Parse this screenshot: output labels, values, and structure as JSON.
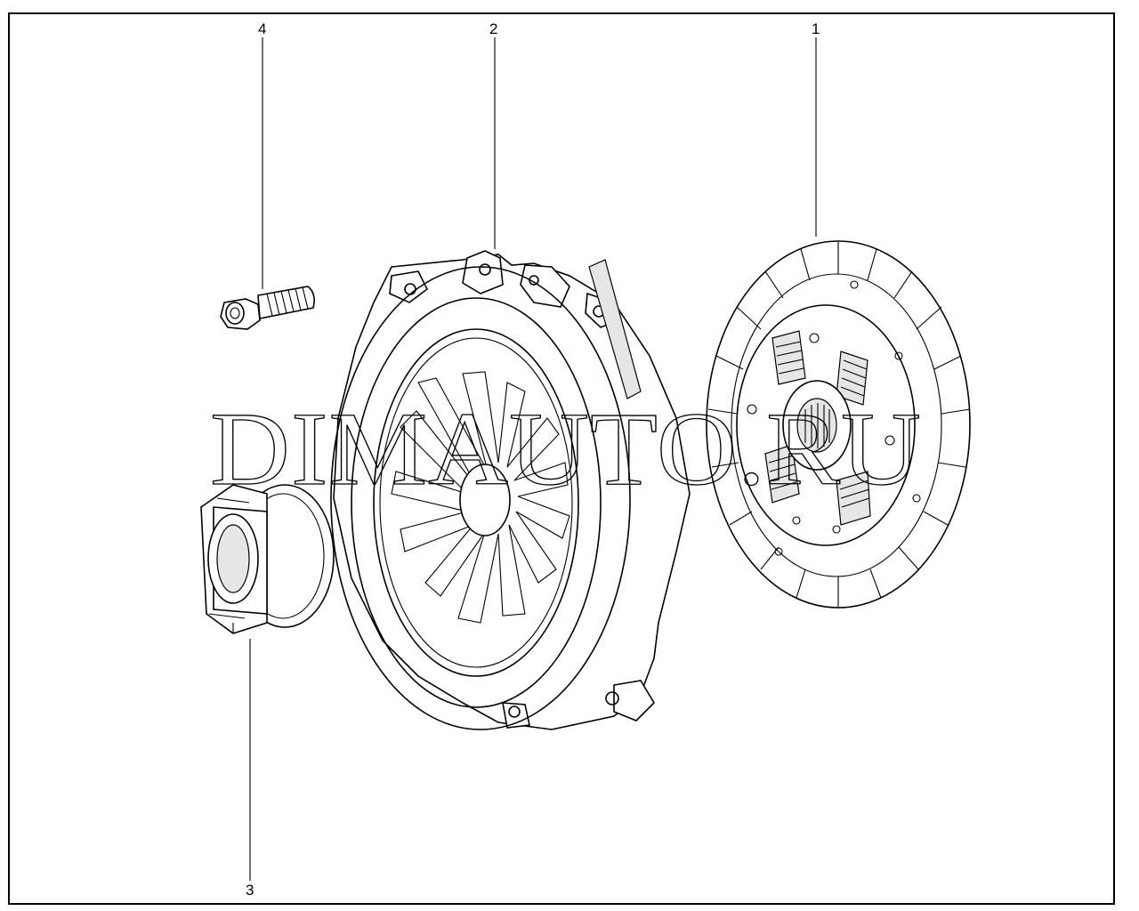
{
  "figure": {
    "callouts": [
      {
        "label": "1",
        "part": "clutch-disc"
      },
      {
        "label": "2",
        "part": "pressure-plate"
      },
      {
        "label": "3",
        "part": "release-bearing"
      },
      {
        "label": "4",
        "part": "bolt"
      }
    ]
  },
  "watermark": "DIMAUTO.RU"
}
